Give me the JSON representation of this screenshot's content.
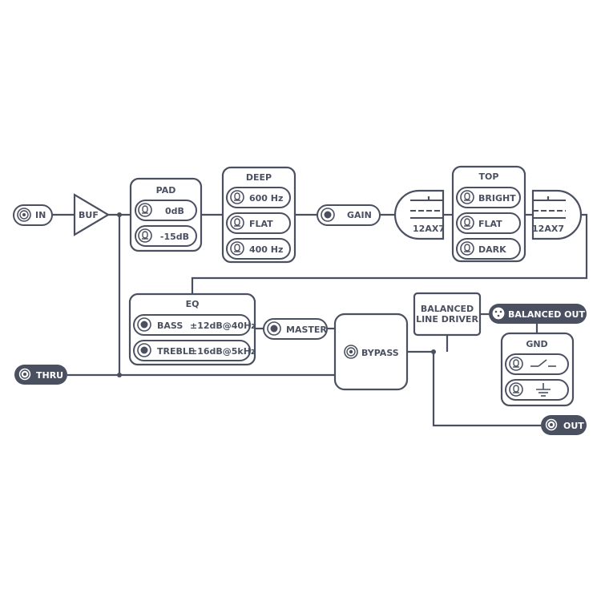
{
  "colors": {
    "line": "#4a5060",
    "dark_fill": "#4a5060",
    "background": "#ffffff"
  },
  "jacks": {
    "in": "IN",
    "thru": "THRU",
    "balanced_out": "BALANCED OUT",
    "out": "OUT"
  },
  "buffer": "BUF",
  "pad": {
    "title": "PAD",
    "options": [
      "0dB",
      "-15dB"
    ]
  },
  "deep": {
    "title": "DEEP",
    "options": [
      "600 Hz",
      "FLAT",
      "400 Hz"
    ]
  },
  "gain": "GAIN",
  "tube": "12AX7",
  "top": {
    "title": "TOP",
    "options": [
      "BRIGHT",
      "FLAT",
      "DARK"
    ]
  },
  "eq": {
    "title": "EQ",
    "bass": {
      "name": "BASS",
      "range": "±12dB@40Hz"
    },
    "treble": {
      "name": "TREBLE",
      "range": "±16dB@5kHz"
    }
  },
  "master": "MASTER",
  "bypass": "BYPASS",
  "line_driver": {
    "line1": "BALANCED",
    "line2": "LINE DRIVER"
  },
  "gnd": {
    "title": "GND",
    "options": [
      "lift-switch-icon",
      "ground-icon"
    ]
  }
}
